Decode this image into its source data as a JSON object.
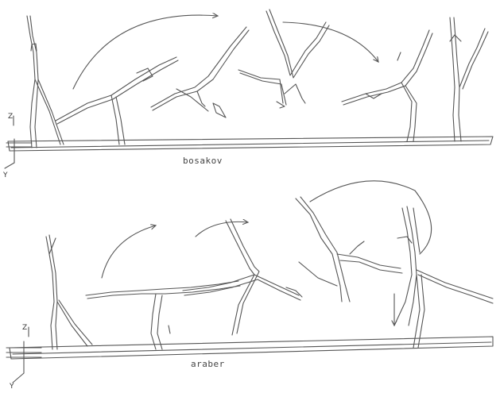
{
  "panels": [
    {
      "label": "bosakov",
      "axis_vertical": "Z",
      "axis_depth": "Y"
    },
    {
      "label": "araber",
      "axis_vertical": "Z",
      "axis_depth": "Y"
    }
  ],
  "colors": {
    "ink": "#555555",
    "paper": "#ffffff"
  }
}
